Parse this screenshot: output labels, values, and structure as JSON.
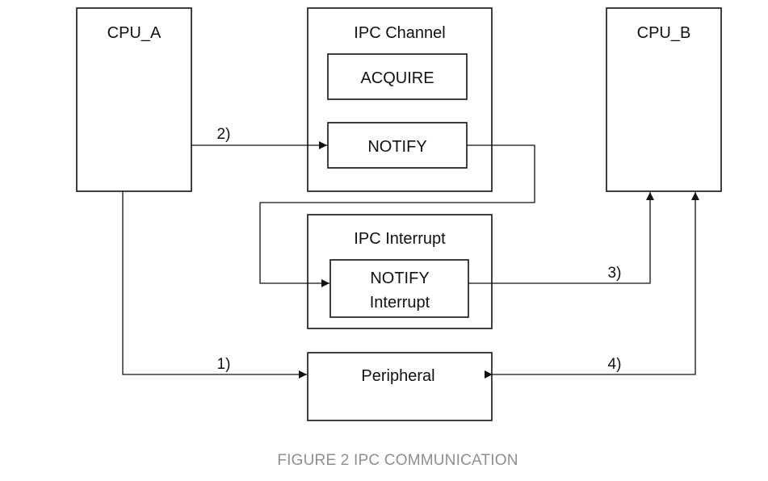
{
  "blocks": {
    "cpu_a": "CPU_A",
    "ipc_channel": "IPC Channel",
    "acquire": "ACQUIRE",
    "notify": "NOTIFY",
    "cpu_b": "CPU_B",
    "ipc_interrupt": "IPC Interrupt",
    "notify_interrupt_line1": "NOTIFY",
    "notify_interrupt_line2": "Interrupt",
    "peripheral": "Peripheral"
  },
  "steps": {
    "step1": "1)",
    "step2": "2)",
    "step3": "3)",
    "step4": "4)"
  },
  "caption": "FIGURE 2 IPC COMMUNICATION"
}
